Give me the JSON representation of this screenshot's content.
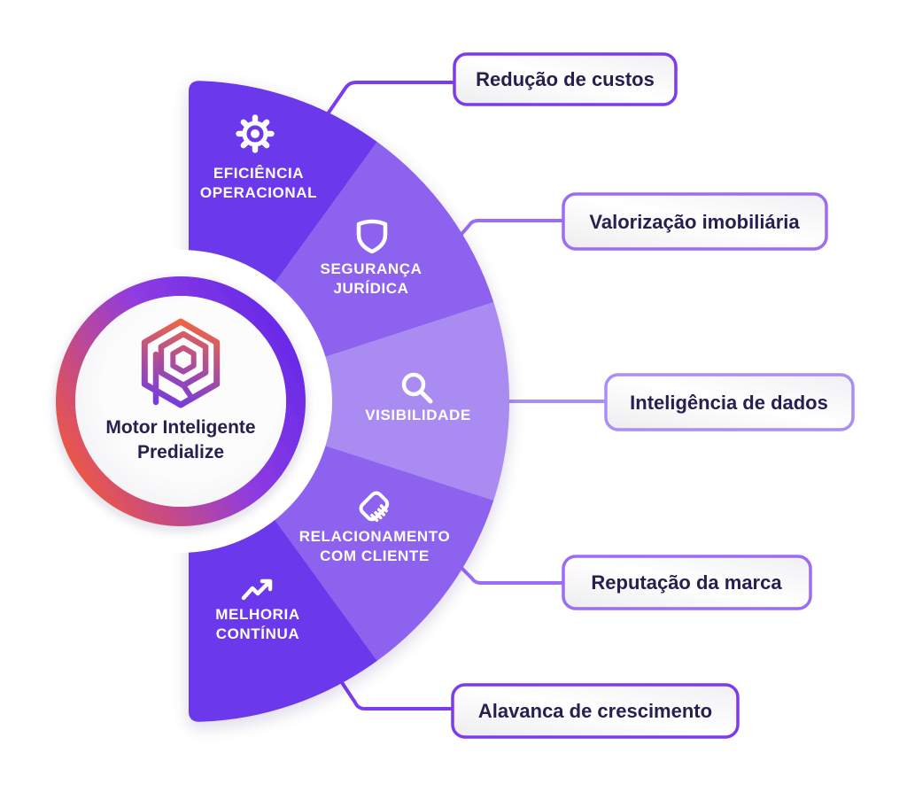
{
  "center": {
    "logo": "predialize-hexagon-logo",
    "label_line1": "Motor Inteligente",
    "label_line2": "Predialize"
  },
  "wedges": [
    {
      "label": "EFICIÊNCIA OPERACIONAL",
      "line1": "EFICIÊNCIA",
      "line2": "OPERACIONAL",
      "icon": "gear-icon",
      "color": "#6C38EB"
    },
    {
      "label": "SEGURANÇA JURÍDICA",
      "line1": "SEGURANÇA",
      "line2": "JURÍDICA",
      "icon": "shield-icon",
      "color": "#8C62EF"
    },
    {
      "label": "VISIBILIDADE",
      "line1": "VISIBILIDADE",
      "line2": "",
      "icon": "search-icon",
      "color": "#A98BF2"
    },
    {
      "label": "RELACIONAMENTO COM CLIENTE",
      "line1": "RELACIONAMENTO",
      "line2": "COM CLIENTE",
      "icon": "handshake-icon",
      "color": "#8C62EF"
    },
    {
      "label": "MELHORIA CONTÍNUA",
      "line1": "MELHORIA",
      "line2": "CONTÍNUA",
      "icon": "trending-up-icon",
      "color": "#6C38EB"
    }
  ],
  "callouts": [
    {
      "label": "Redução de custos",
      "color": "#7C3BEC"
    },
    {
      "label": "Valorização imobiliária",
      "color": "#9B6CF4"
    },
    {
      "label": "Inteligência de dados",
      "color": "#AB8DF6"
    },
    {
      "label": "Reputação da marca",
      "color": "#9B6CF4"
    },
    {
      "label": "Alavanca de crescimento",
      "color": "#7C3BEC"
    }
  ],
  "colors": {
    "gradient_orange": "#F2583C",
    "gradient_purple": "#6228E8",
    "logo_orange": "#F4683C",
    "logo_purple": "#6C38EB",
    "text_dark": "#262051",
    "wedge_text": "#FFFFFF",
    "background": "#FFFFFF"
  }
}
